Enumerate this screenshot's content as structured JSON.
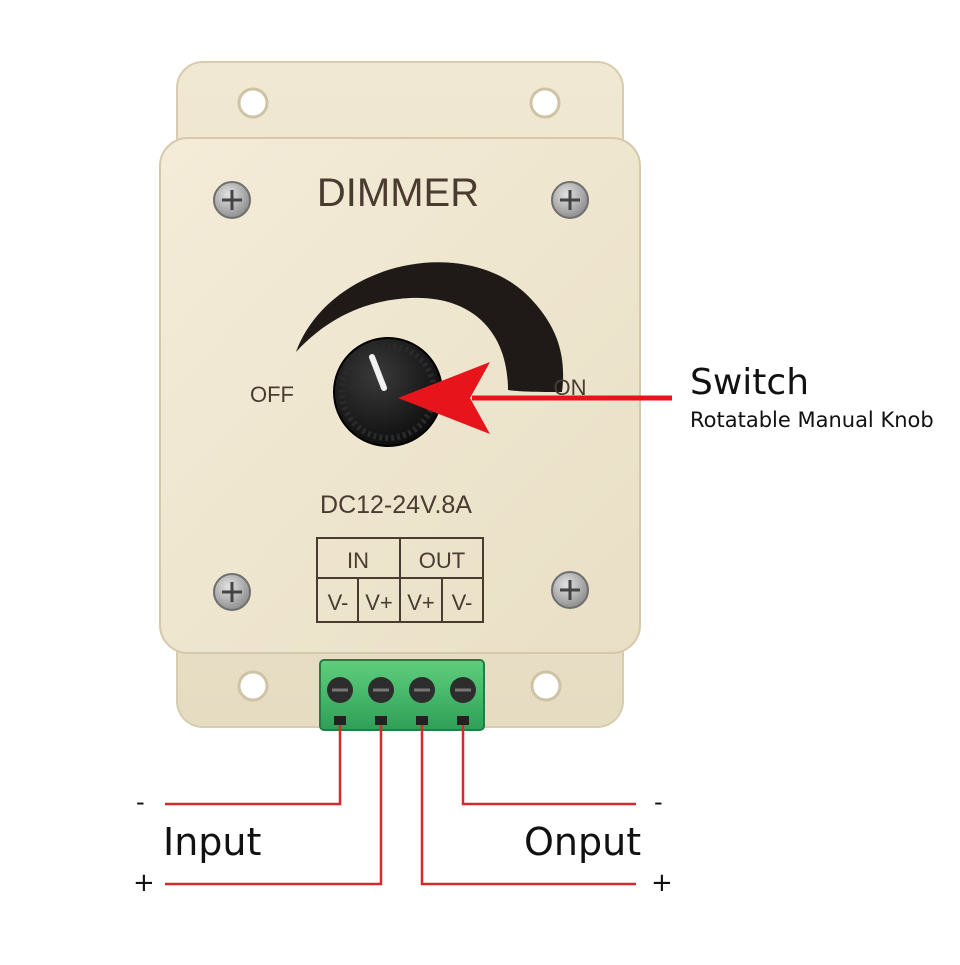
{
  "device": {
    "title": "DIMMER",
    "off_label": "OFF",
    "on_label": "ON",
    "rating": "DC12-24V.8A",
    "terminal_table": {
      "in_header": "IN",
      "out_header": "OUT",
      "pins": [
        "V-",
        "V+",
        "V+",
        "V-"
      ]
    }
  },
  "callout": {
    "title": "Switch",
    "subtitle": "Rotatable Manual Knob",
    "arrow_color": "#e8141c"
  },
  "wiring": {
    "input_label": "Input",
    "output_label": "Onput",
    "minus_sign": "-",
    "plus_sign": "+",
    "wire_color": "#d42a2a",
    "terminal_color": "#3cb371"
  }
}
